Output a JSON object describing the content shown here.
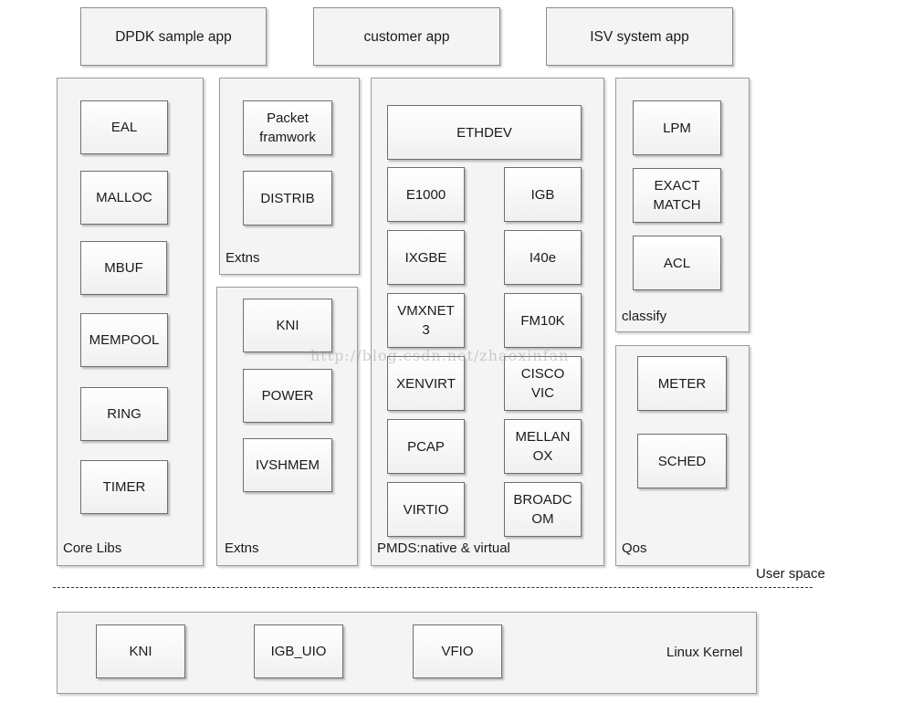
{
  "apps": {
    "dpdk_sample": "DPDK sample app",
    "customer": "customer app",
    "isv_system": "ISV system app"
  },
  "core_libs": {
    "label": "Core Libs",
    "items": [
      "EAL",
      "MALLOC",
      "MBUF",
      "MEMPOOL",
      "RING",
      "TIMER"
    ]
  },
  "extns_top": {
    "label": "Extns",
    "items": [
      "Packet\nframwork",
      "DISTRIB"
    ]
  },
  "extns_bottom": {
    "label": "Extns",
    "items": [
      "KNI",
      "POWER",
      "IVSHMEM"
    ]
  },
  "pmds": {
    "label": "PMDS:native & virtual",
    "ethdev": "ETHDEV",
    "items": [
      "E1000",
      "IGB",
      "IXGBE",
      "I40e",
      "VMXNET\n3",
      "FM10K",
      "XENVIRT",
      "CISCO\nVIC",
      "PCAP",
      "MELLAN\nOX",
      "VIRTIO",
      "BROADC\nOM"
    ]
  },
  "classify": {
    "label": "classify",
    "items": [
      "LPM",
      "EXACT\nMATCH",
      "ACL"
    ]
  },
  "qos": {
    "label": "Qos",
    "items": [
      "METER",
      "SCHED"
    ]
  },
  "user_space_label": "User space",
  "kernel": {
    "label": "Linux Kernel",
    "items": [
      "KNI",
      "IGB_UIO",
      "VFIO"
    ]
  },
  "watermark": "http://blog.csdn.net/zhaoxinfan"
}
